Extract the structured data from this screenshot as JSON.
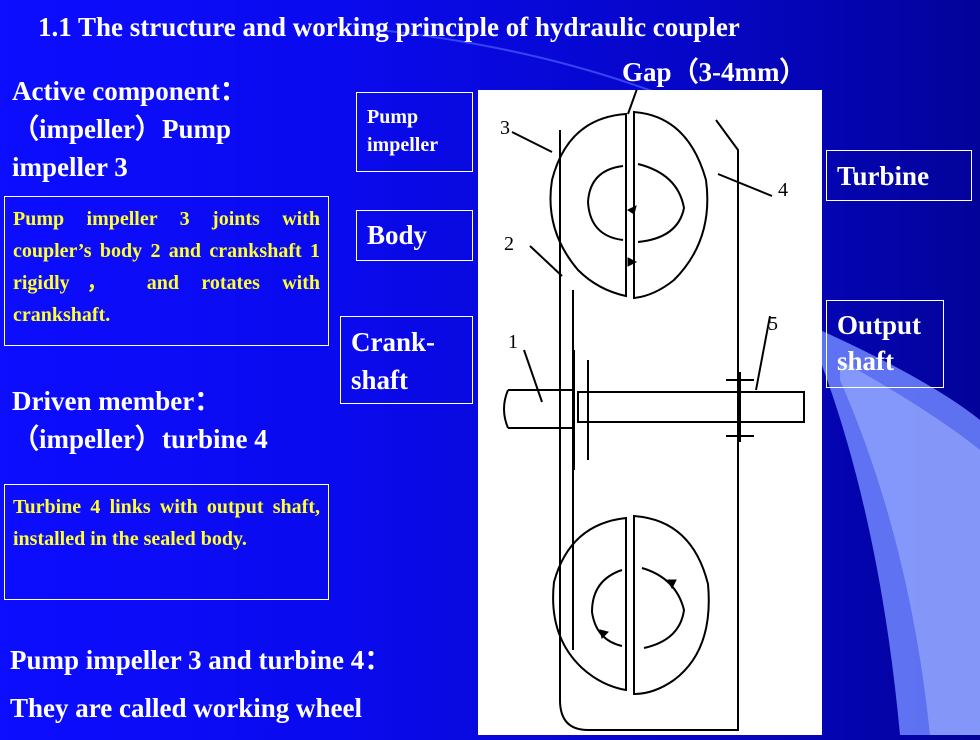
{
  "title": "1.1 The structure and working principle of hydraulic coupler",
  "gap_label": "Gap（3-4mm）",
  "active": {
    "line1": "Active component：",
    "line2": "（impeller）Pump",
    "line3": "impeller 3"
  },
  "box1_text": "Pump impeller 3 joints with coupler’s body 2 and crankshaft 1 rigidly， and rotates with crankshaft.",
  "driven": {
    "line1": "Driven member：",
    "line2": "（impeller）turbine 4"
  },
  "box2_text": "Turbine 4 links with output shaft, installed in the sealed body.",
  "working": {
    "line1": "Pump impeller 3 and turbine 4：",
    "line2": "They are called working wheel"
  },
  "labels": {
    "pump_line1": "Pump",
    "pump_line2": "impeller",
    "body": "Body",
    "crank_line1": "Crank-",
    "crank_line2": "shaft",
    "turbine": "Turbine",
    "output_line1": "Output",
    "output_line2": "shaft"
  },
  "diagram_numbers": {
    "n1": "1",
    "n2": "2",
    "n3": "3",
    "n4": "4",
    "n5": "5"
  }
}
